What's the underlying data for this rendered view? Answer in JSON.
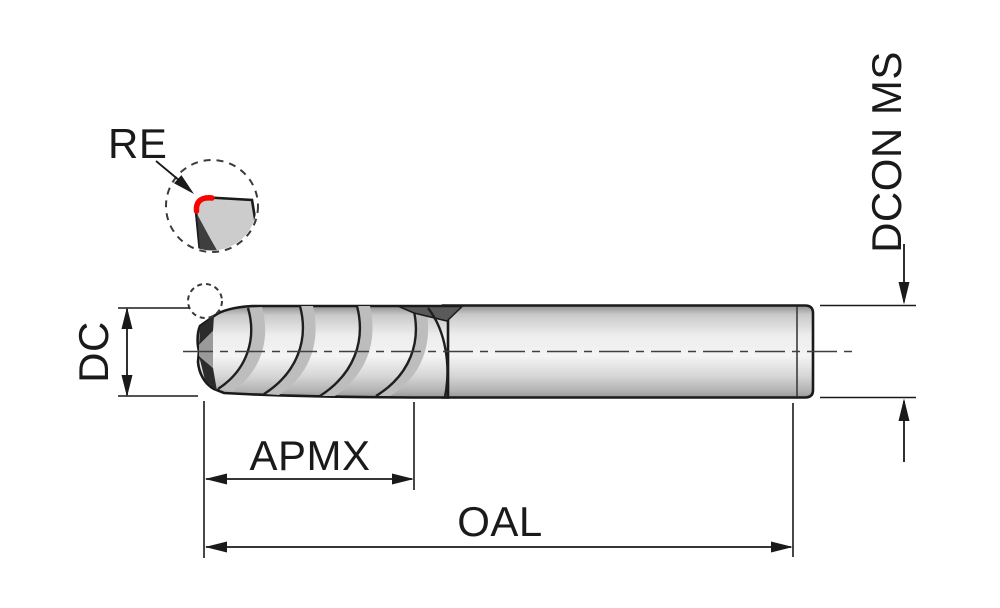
{
  "diagram": {
    "labels": {
      "re": "RE",
      "dc": "DC",
      "apmx": "APMX",
      "oal": "OAL",
      "dcon_ms": "DCON MS"
    },
    "colors": {
      "corner_radius_highlight": "#ff0000",
      "outline": "#1a1a1a",
      "tool_fill_light": "#f2f2f2",
      "tool_fill_dark": "#999999"
    }
  }
}
